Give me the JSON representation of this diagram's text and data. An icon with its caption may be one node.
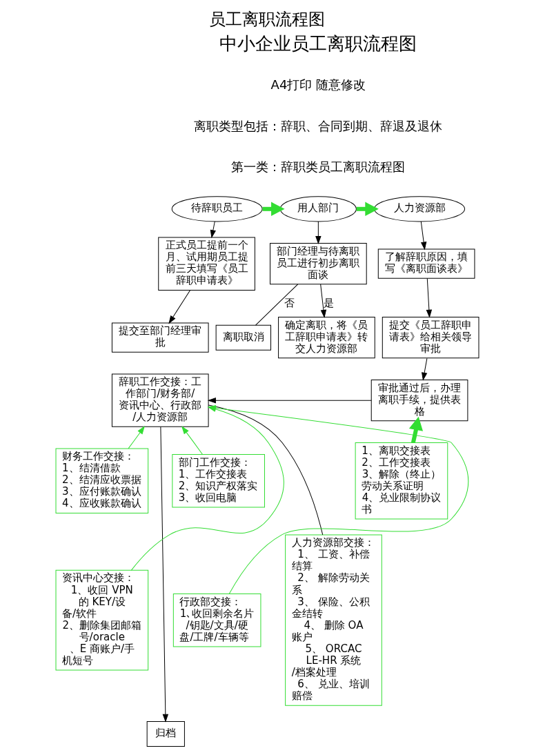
{
  "diagram": {
    "title": "员工离职流程图",
    "nodes": [
      {
        "text": [
          "待辞职员工"
        ]
      },
      {
        "text": [
          "用人部门"
        ]
      },
      {
        "text": [
          "人力资源部"
        ]
      },
      {
        "text": [
          "正式员工提前一个月、试用期员工提前三天填写《员工辞职申请表》"
        ]
      },
      {
        "text": [
          "提交至部门经理审批"
        ]
      },
      {
        "text": [
          "离职取消"
        ]
      },
      {
        "text": [
          "部门经理与待离职员工进行初步离职面谈"
        ]
      },
      {
        "text": [
          "确定离职，将《员工辞职申请表》转交人力资源部"
        ]
      },
      {
        "text": [
          "了解辞职原因，填写《离职面谈表》"
        ]
      },
      {
        "text": [
          "提交《员工辞职申请表》给相关领导审批"
        ]
      },
      {
        "text": [
          "审批通过后，办理离职手续，提供表格"
        ]
      },
      {
        "text": [
          "辞职工作交接：工作部门/财务部/资讯中心、行政部/人力资源部"
        ]
      },
      {
        "text": [
          "财务工作交接：",
          "1、结清借款",
          "2、结清应收票据",
          "3、应付账款确认",
          "4、应收账款确认"
        ]
      },
      {
        "text": [
          "部门工作交接：",
          "1、工作交接表",
          "2、知识产权落实",
          "3、收回电脑"
        ]
      },
      {
        "text": [
          "1、离职交接表",
          "2、工作交接表",
          "3、解除（终止）劳动关系证明",
          "4、兑业限制协议书"
        ]
      },
      {
        "text": [
          "资讯中心交接：",
          "1、收回 VPN 的 KEY/设备/软件",
          "2、删除集团邮箱号/oracle、E 商账户/手机短号"
        ]
      },
      {
        "text": [
          "行政部交接：",
          "1､收回剩余名片/钥匙/文具/硬盘/工牌/车辆等"
        ]
      },
      {
        "text": [
          "人力资源部交接：",
          "1、 工资、补偿结算",
          "2、 解除劳动关系",
          "3、 保险、公积金结转",
          "4、 删除 OA 账户",
          "5、 ORCACLE-HR 系统/档案处理",
          "6、 兑业、培训赔偿"
        ]
      },
      {
        "text": [
          "归档"
        ]
      }
    ],
    "edges": [
      {
        "from": 0,
        "to": 1,
        "arrow": "to",
        "style": "thick",
        "color": "#33dd33"
      },
      {
        "from": 1,
        "to": 2,
        "arrow": "to",
        "style": "thick",
        "color": "#33dd33"
      },
      {
        "from": 0,
        "to": 3,
        "arrow": "to"
      },
      {
        "from": 3,
        "to": 4,
        "arrow": "to"
      },
      {
        "from": 1,
        "to": 6,
        "arrow": "to"
      },
      {
        "from": 6,
        "to": 5,
        "arrow": "none",
        "label": "否"
      },
      {
        "from": 6,
        "to": 7,
        "arrow": "to",
        "label": "是"
      },
      {
        "from": 2,
        "to": 8,
        "arrow": "to"
      },
      {
        "from": 8,
        "to": 9,
        "arrow": "to"
      },
      {
        "from": 9,
        "to": 10,
        "arrow": "to"
      },
      {
        "from": 14,
        "to": 10,
        "arrow": "to",
        "style": "thick",
        "color": "#33dd33"
      },
      {
        "from": 10,
        "to": 11,
        "arrow": "to"
      },
      {
        "from": 12,
        "to": 11,
        "arrow": "to",
        "color": "#33dd33"
      },
      {
        "from": 13,
        "to": 11,
        "arrow": "to",
        "color": "#33dd33"
      },
      {
        "from": 15,
        "to": 11,
        "arrow": "to",
        "color": "#33dd33"
      },
      {
        "from": 16,
        "to": 11,
        "arrow": "to",
        "color": "#33dd33"
      },
      {
        "from": 11,
        "to": 18,
        "arrow": "to"
      },
      {
        "from": 11,
        "to": 17,
        "arrow": "none"
      }
    ],
    "labels": [
      "中小企业员工离职流程图",
      "A4打印 随意修改",
      "离职类型包括：辞职、合同到期、辞退及退休",
      "第一类：辞职类员工离职流程图"
    ]
  }
}
